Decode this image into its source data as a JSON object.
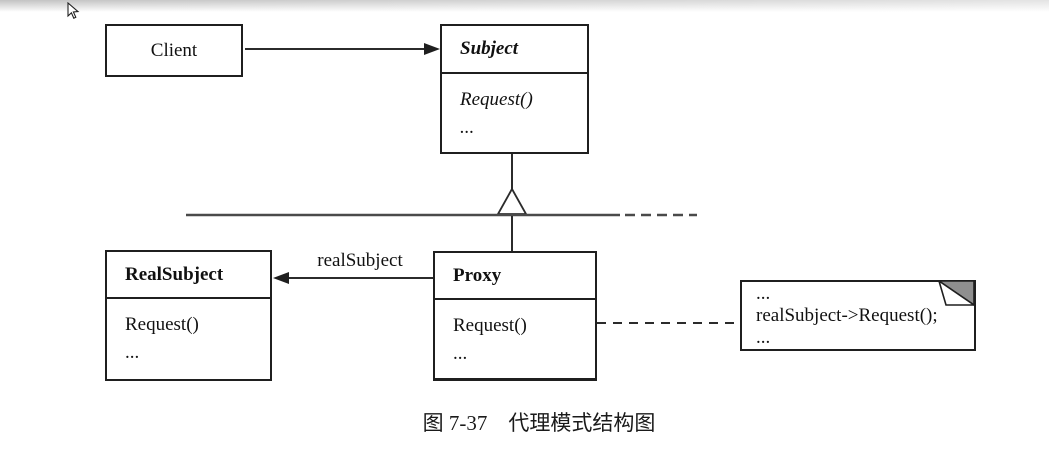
{
  "diagram": {
    "caption": "图 7-37　代理模式结构图",
    "classes": {
      "client": {
        "name": "Client"
      },
      "subject": {
        "name": "Subject",
        "methods": [
          "Request()",
          "..."
        ]
      },
      "realsubject": {
        "name": "RealSubject",
        "methods": [
          "Request()",
          "..."
        ]
      },
      "proxy": {
        "name": "Proxy",
        "methods": [
          "Request()",
          "..."
        ]
      }
    },
    "associations": {
      "proxy_to_realsubject_label": "realSubject"
    },
    "note": {
      "lines": [
        "...",
        "realSubject->Request();",
        "..."
      ]
    },
    "colors": {
      "line": "#2b2b2b",
      "note_fold_gray": "#8f8f8f",
      "background": "#ffffff"
    }
  }
}
